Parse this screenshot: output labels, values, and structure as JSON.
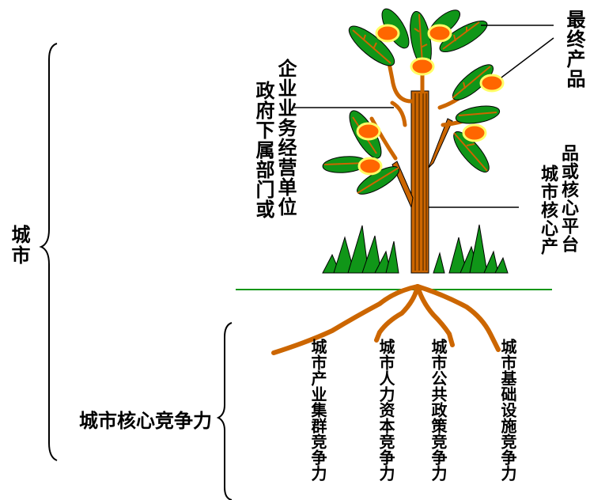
{
  "labels": {
    "city": "城市",
    "final_product": "最终产品",
    "enterprise_columns": [
      "企业业务经营单位",
      "政府下属部门或"
    ],
    "core_product_columns": [
      "品或核心平台",
      "城市核心产"
    ],
    "core_competitiveness": "城市核心竞争力",
    "roots": [
      "城市产业集群竞争力",
      "城市人力资本竞争力",
      "城市公共政策竞争力",
      "城市基础设施竞争力"
    ]
  },
  "colors": {
    "branch": "#CC6600",
    "leaf": "#109618",
    "fruit": "#FF6600",
    "fruit_ring": "#FFFF66",
    "grass": "#109618",
    "ground_line": "#109618",
    "text": "#000000"
  }
}
